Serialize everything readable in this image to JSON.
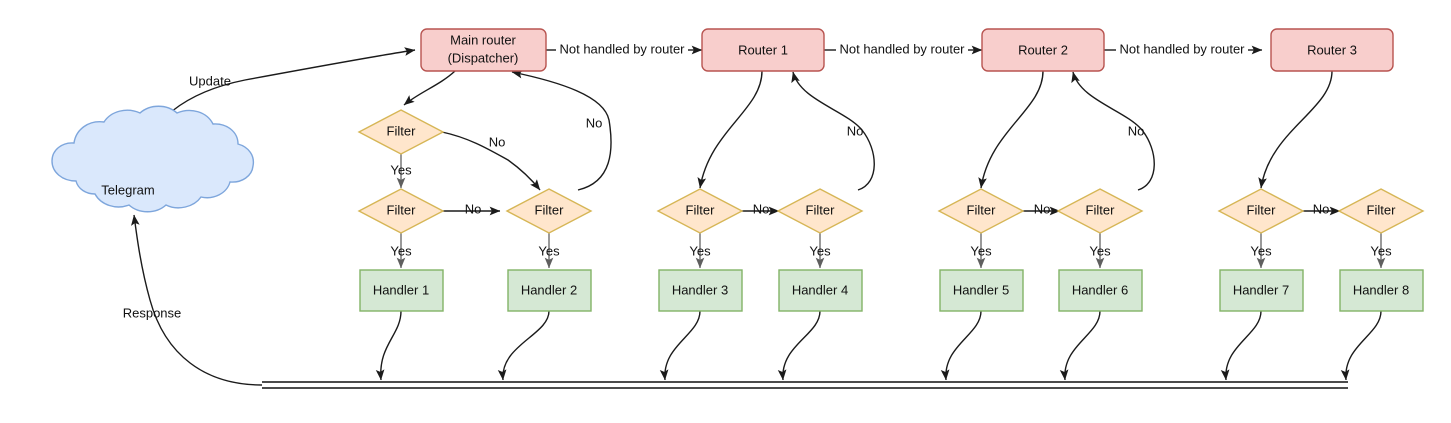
{
  "diagram": {
    "title": "Telegram bot update routing flow",
    "colors": {
      "router_fill": "#f8cecc",
      "router_stroke": "#b85450",
      "filter_fill": "#ffe6cc",
      "filter_stroke": "#d6b656",
      "handler_fill": "#d5e8d4",
      "handler_stroke": "#82b366",
      "cloud_fill": "#dae8fc",
      "cloud_stroke": "#7ea6dc",
      "edge": "#1b1b1b",
      "text": "#111111"
    },
    "source": {
      "label": "Telegram",
      "shape": "cloud"
    },
    "routers": [
      {
        "id": "main-router",
        "label_line1": "Main router",
        "label_line2": "(Dispatcher)"
      },
      {
        "id": "router-1",
        "label_line1": "Router 1",
        "label_line2": ""
      },
      {
        "id": "router-2",
        "label_line1": "Router 2",
        "label_line2": ""
      },
      {
        "id": "router-3",
        "label_line1": "Router 3",
        "label_line2": ""
      }
    ],
    "filters": [
      {
        "id": "filter-1",
        "label": "Filter"
      },
      {
        "id": "filter-2",
        "label": "Filter"
      },
      {
        "id": "filter-3",
        "label": "Filter"
      },
      {
        "id": "filter-4",
        "label": "Filter"
      },
      {
        "id": "filter-5",
        "label": "Filter"
      },
      {
        "id": "filter-6",
        "label": "Filter"
      },
      {
        "id": "filter-7",
        "label": "Filter"
      },
      {
        "id": "filter-8",
        "label": "Filter"
      },
      {
        "id": "filter-9",
        "label": "Filter"
      }
    ],
    "handlers": [
      {
        "id": "handler-1",
        "label": "Handler 1"
      },
      {
        "id": "handler-2",
        "label": "Handler 2"
      },
      {
        "id": "handler-3",
        "label": "Handler 3"
      },
      {
        "id": "handler-4",
        "label": "Handler 4"
      },
      {
        "id": "handler-5",
        "label": "Handler 5"
      },
      {
        "id": "handler-6",
        "label": "Handler 6"
      },
      {
        "id": "handler-7",
        "label": "Handler 7"
      },
      {
        "id": "handler-8",
        "label": "Handler 8"
      }
    ],
    "edge_labels": {
      "update": "Update",
      "response": "Response",
      "not_handled_1": "Not handled by router",
      "not_handled_2": "Not handled by router",
      "not_handled_3": "Not handled by router",
      "yes_1": "Yes",
      "yes_2": "Yes",
      "yes_3": "Yes",
      "yes_4": "Yes",
      "yes_5": "Yes",
      "yes_6": "Yes",
      "yes_7": "Yes",
      "yes_8": "Yes",
      "yes_9": "Yes",
      "no_top_1": "No",
      "no_mid_1": "No",
      "no_back_1": "No",
      "no_mid_2": "No",
      "no_back_2": "No",
      "no_mid_3": "No",
      "no_back_3": "No",
      "no_mid_4": "No"
    }
  }
}
